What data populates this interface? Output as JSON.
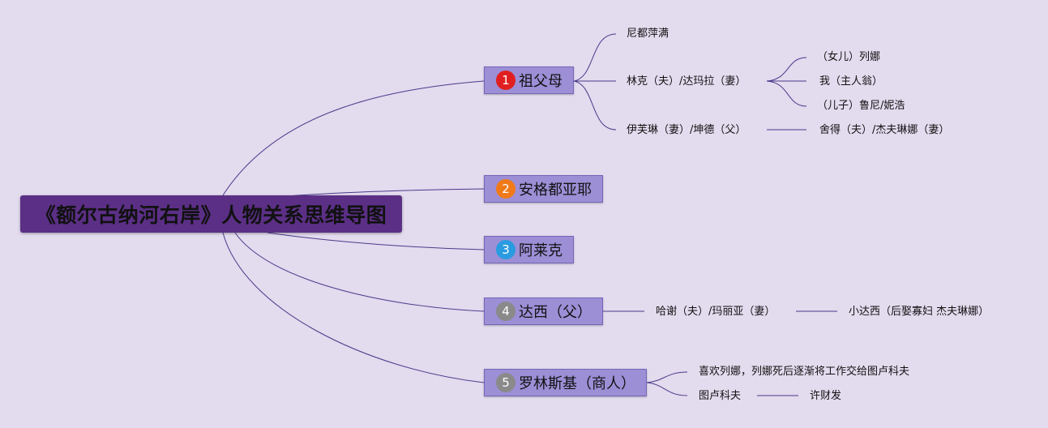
{
  "root": {
    "title": "《额尔古纳河右岸》人物关系思维导图"
  },
  "branches": [
    {
      "number": "1",
      "label": "祖父母",
      "number_color": "#e02020"
    },
    {
      "number": "2",
      "label": "安格都亚耶",
      "number_color": "#f07a1a"
    },
    {
      "number": "3",
      "label": "阿莱克",
      "number_color": "#2a9be0"
    },
    {
      "number": "4",
      "label": "达西（父）",
      "number_color": "#8a8a8a"
    },
    {
      "number": "5",
      "label": "罗林斯基（商人）",
      "number_color": "#8a8a8a"
    }
  ],
  "leaves": {
    "b1_a": "尼都萍满",
    "b1_b": "林克（夫）/达玛拉（妻）",
    "b1_b1": "（女儿）列娜",
    "b1_b2": "我（主人翁）",
    "b1_b3": "（儿子）鲁尼/妮浩",
    "b1_c": "伊芙琳（妻）/坤德（父）",
    "b1_c1": "舍得（夫）/杰夫琳娜（妻）",
    "b4_a": "哈谢（夫）/玛丽亚（妻）",
    "b4_a1": "小达西（后娶寡妇 杰夫琳娜）",
    "b5_a": "喜欢列娜，列娜死后逐渐将工作交给图卢科夫",
    "b5_b": "图卢科夫",
    "b5_b1": "许财发"
  },
  "colors": {
    "background": "#e3dbee",
    "root_fill": "#5b2f86",
    "branch_fill": "#9c8fd6",
    "line": "#4a3a8a"
  }
}
